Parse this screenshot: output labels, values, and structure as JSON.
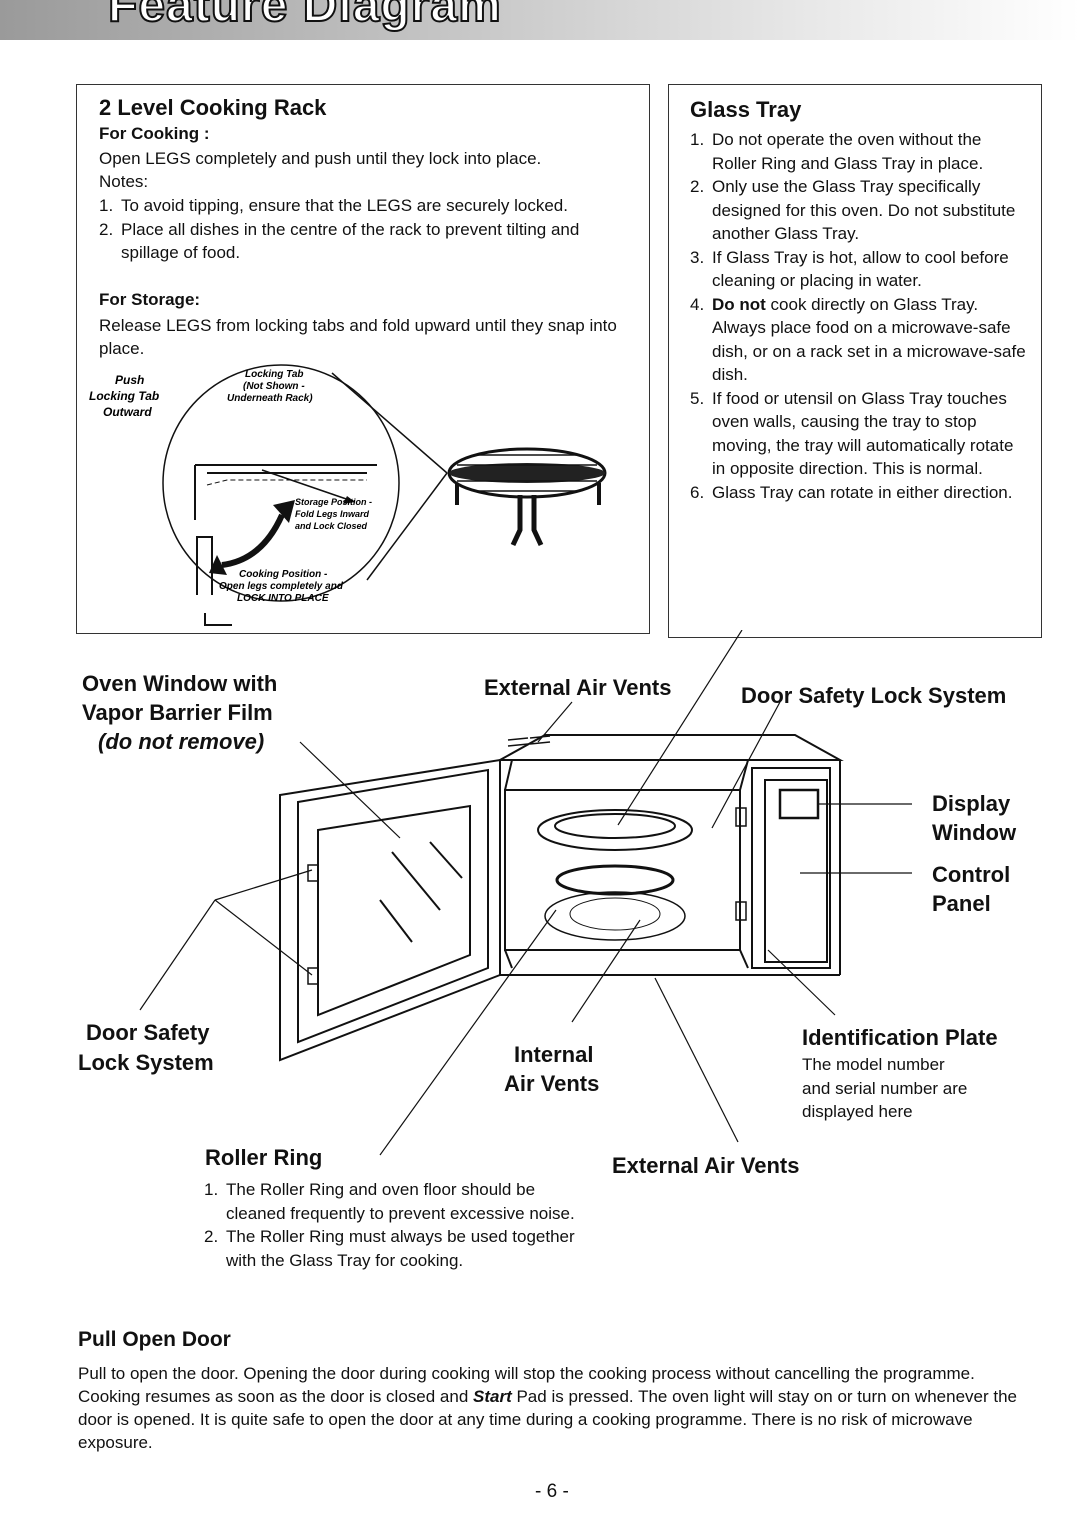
{
  "page_title": "Feature Diagram",
  "rack": {
    "title": "2 Level Cooking Rack",
    "for_cooking_label": "For Cooking :",
    "for_cooking_text": "Open LEGS completely and push until they lock into place.",
    "notes_label": "Notes:",
    "notes": [
      {
        "num": "1.",
        "text": "To avoid tipping, ensure that the LEGS are securely locked."
      },
      {
        "num": "2.",
        "text": "Place all dishes in the centre of the rack to prevent tilting and spillage of food."
      }
    ],
    "for_storage_label": "For Storage:",
    "for_storage_text": "Release LEGS from locking tabs and fold upward until they snap into place.",
    "diagram": {
      "push_1": "Push",
      "push_2": "Locking Tab",
      "push_3": "Outward",
      "locking_1": "Locking Tab",
      "locking_2": "(Not Shown -",
      "locking_3": "Underneath Rack)",
      "storage_1": "Storage Position -",
      "storage_2": "Fold Legs Inward",
      "storage_3": "and Lock Closed",
      "cooking_1": "Cooking Position -",
      "cooking_2": "Open legs completely and",
      "cooking_3": "LOCK INTO PLACE"
    }
  },
  "glass_tray": {
    "title": "Glass Tray",
    "items": [
      {
        "num": "1.",
        "text": "Do not operate the oven without the Roller Ring and Glass Tray in place."
      },
      {
        "num": "2.",
        "text": "Only use the Glass Tray specifically designed for this oven. Do not substitute another Glass Tray."
      },
      {
        "num": "3.",
        "text": "If Glass Tray is hot, allow to cool before cleaning or placing in water."
      },
      {
        "num": "4.",
        "bold": "Do not",
        "text": " cook directly on Glass Tray. Always place food on a microwave-safe dish, or on a rack set in a microwave-safe dish."
      },
      {
        "num": "5.",
        "text": "If food or utensil on Glass Tray touches oven walls, causing the tray to stop moving, the tray will automatically rotate in opposite direction. This is normal."
      },
      {
        "num": "6.",
        "text": "Glass Tray can rotate in either direction."
      }
    ]
  },
  "labels": {
    "oven_window_1": "Oven Window with",
    "oven_window_2": "Vapor Barrier Film",
    "oven_window_3": "(do not remove)",
    "external_air_vents_top": "External Air Vents",
    "door_safety_lock_right": "Door Safety Lock System",
    "display_1": "Display",
    "display_2": "Window",
    "control_1": "Control",
    "control_2": "Panel",
    "door_safety_left_1": "Door Safety",
    "door_safety_left_2": "Lock System",
    "internal_1": "Internal",
    "internal_2": "Air Vents",
    "id_plate_title": "Identification Plate",
    "id_plate_1": "The model number",
    "id_plate_2": "and serial number are",
    "id_plate_3": "displayed here",
    "external_air_vents_bottom": "External Air Vents"
  },
  "roller_ring": {
    "title": "Roller Ring",
    "items": [
      {
        "num": "1.",
        "text": "The Roller Ring and oven floor should be cleaned frequently to prevent excessive noise."
      },
      {
        "num": "2.",
        "text": "The Roller Ring must always be used together with the Glass Tray for cooking."
      }
    ]
  },
  "pull_open_door": {
    "title": "Pull Open Door",
    "text_a": "Pull to open the door. Opening the door during cooking will stop the cooking process without cancelling the programme. Cooking resumes as soon as the door is closed and ",
    "text_bold": "Start",
    "text_b": " Pad is pressed. The oven light will stay on or turn on whenever the door is opened. It is quite safe to open the door at any time during a cooking programme. There is no risk of microwave exposure."
  },
  "page_number": "- 6 -"
}
